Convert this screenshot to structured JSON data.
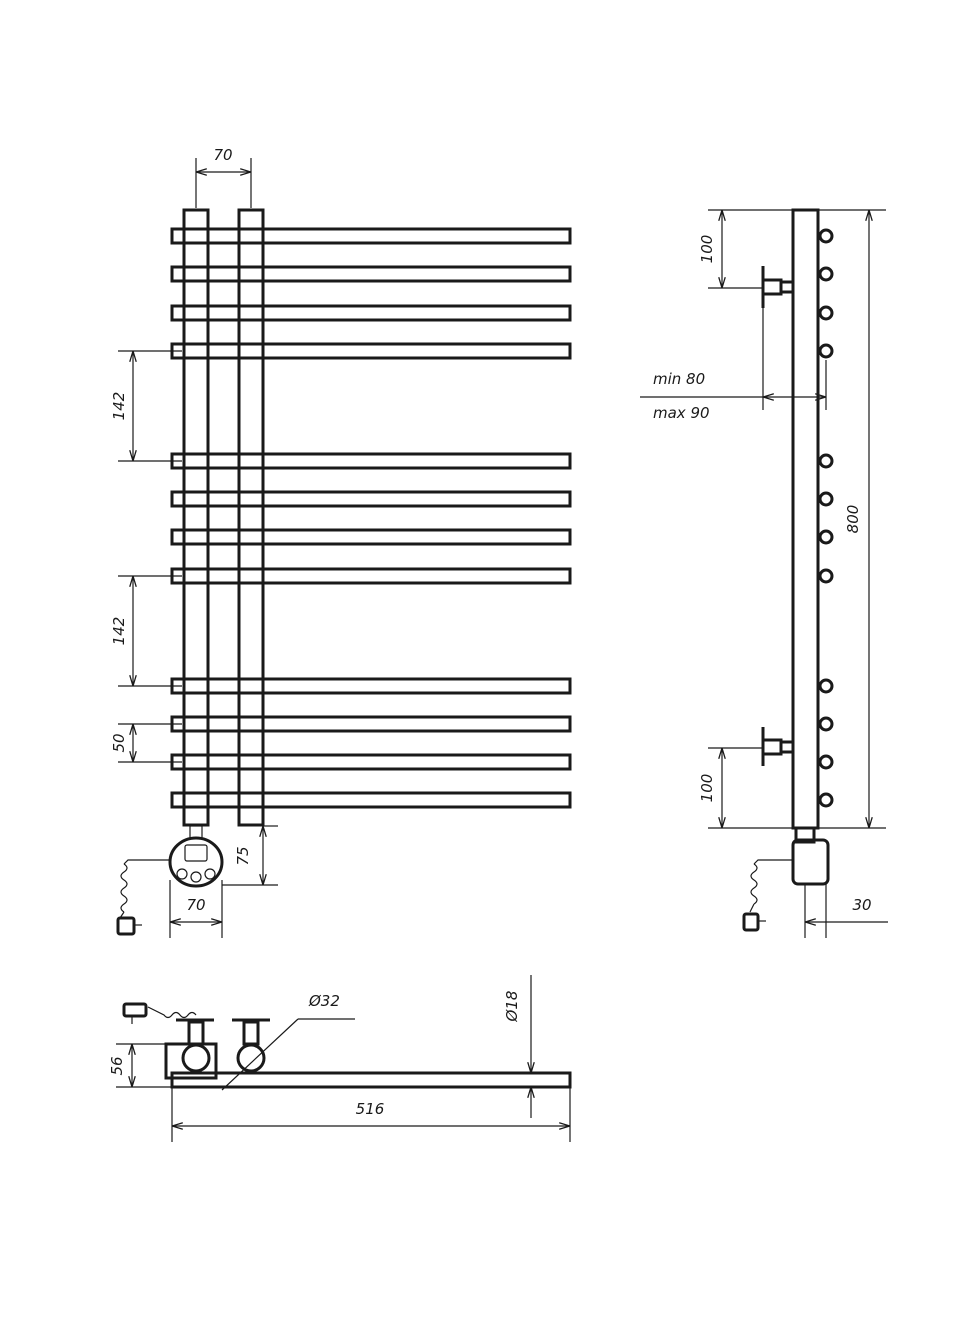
{
  "dimensions": {
    "front_top_spacing": "70",
    "front_gap_upper": "142",
    "front_gap_lower": "142",
    "front_bar_pitch": "50",
    "front_bottom_offset": "75",
    "front_heater_width": "70",
    "side_valve_top": "100",
    "side_wall_min": "min 80",
    "side_wall_max": "max 90",
    "side_height": "800",
    "side_valve_bottom": "100",
    "side_heater_depth": "30",
    "plan_pipe_diameter": "Ø32",
    "plan_bar_diameter": "Ø18",
    "plan_height": "56",
    "plan_width": "516"
  },
  "colors": {
    "line": "#1a1a1a",
    "background": "#ffffff"
  },
  "layout_notes": {
    "front_bar_count": 12,
    "side_bar_count": 12
  }
}
